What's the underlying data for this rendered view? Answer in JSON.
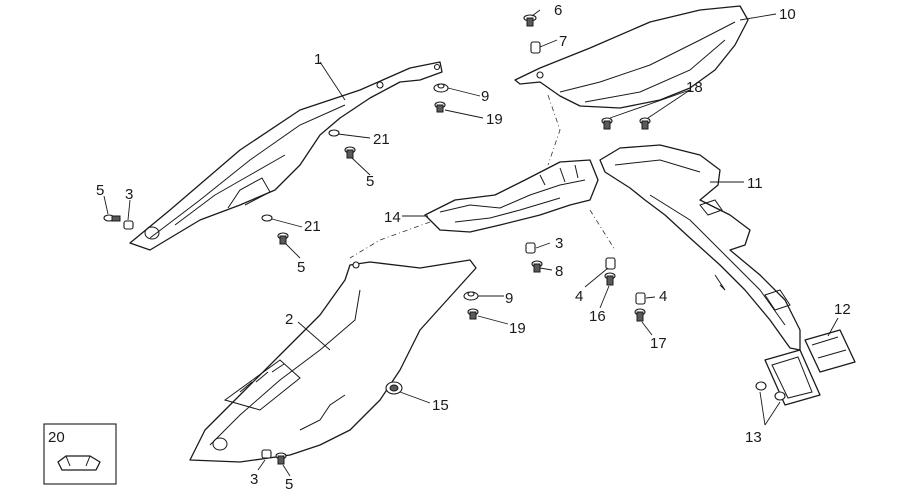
{
  "callouts": {
    "c1": "1",
    "c2": "2",
    "c3a": "3",
    "c3b": "3",
    "c3c": "3",
    "c4a": "4",
    "c4b": "4",
    "c5a": "5",
    "c5b": "5",
    "c5c": "5",
    "c5d": "5",
    "c6": "6",
    "c7": "7",
    "c8": "8",
    "c9a": "9",
    "c9b": "9",
    "c10": "10",
    "c11": "11",
    "c12": "12",
    "c13": "13",
    "c14": "14",
    "c15": "15",
    "c16": "16",
    "c17": "17",
    "c18": "18",
    "c19a": "19",
    "c19b": "19",
    "c20": "20",
    "c21a": "21",
    "c21b": "21"
  }
}
